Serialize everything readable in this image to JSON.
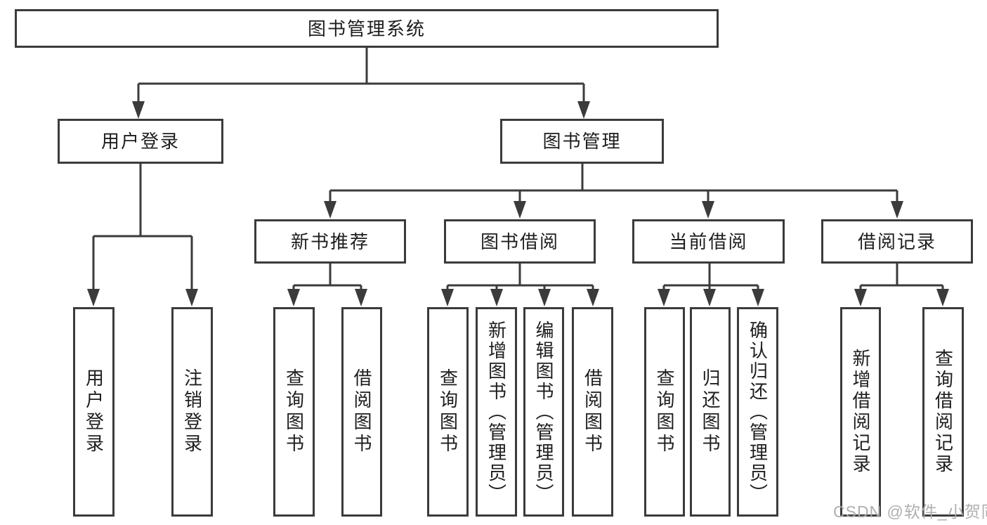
{
  "diagram": {
    "title": "图书管理系统",
    "nodes": {
      "root": "图书管理系统",
      "user_login": "用户登录",
      "book_management": "图书管理",
      "user_login_leaf": "用户登录",
      "logout_leaf": "注销登录",
      "new_book_recommend": "新书推荐",
      "book_borrow": "图书借阅",
      "current_borrow": "当前借阅",
      "borrow_records": "借阅记录",
      "nbr_query_book": "查询图书",
      "nbr_borrow_book": "借阅图书",
      "bb_query_book": "查询图书",
      "bb_add_book_admin": "新增图书（管理员）",
      "bb_edit_book_admin": "编辑图书（管理员）",
      "bb_borrow_book": "借阅图书",
      "cb_query_book": "查询图书",
      "cb_return_book": "归还图书",
      "cb_confirm_return_admin": "确认归还（管理员）",
      "br_add_record": "新增借阅记录",
      "br_query_record": "查询借阅记录"
    },
    "hierarchy": {
      "root": "图书管理系统",
      "children": [
        {
          "label": "用户登录",
          "children": [
            "用户登录",
            "注销登录"
          ]
        },
        {
          "label": "图书管理",
          "children": [
            {
              "label": "新书推荐",
              "children": [
                "查询图书",
                "借阅图书"
              ]
            },
            {
              "label": "图书借阅",
              "children": [
                "查询图书",
                "新增图书（管理员）",
                "编辑图书（管理员）",
                "借阅图书"
              ]
            },
            {
              "label": "当前借阅",
              "children": [
                "查询图书",
                "归还图书",
                "确认归还（管理员）"
              ]
            },
            {
              "label": "借阅记录",
              "children": [
                "新增借阅记录",
                "查询借阅记录"
              ]
            }
          ]
        }
      ]
    },
    "colors": {
      "line": "#3b3b3b",
      "text": "#1e1e1e",
      "box_background": "#ffffff",
      "watermark": "#ababab"
    }
  },
  "watermark": {
    "text": "CSDN @软件_小贺同学"
  }
}
